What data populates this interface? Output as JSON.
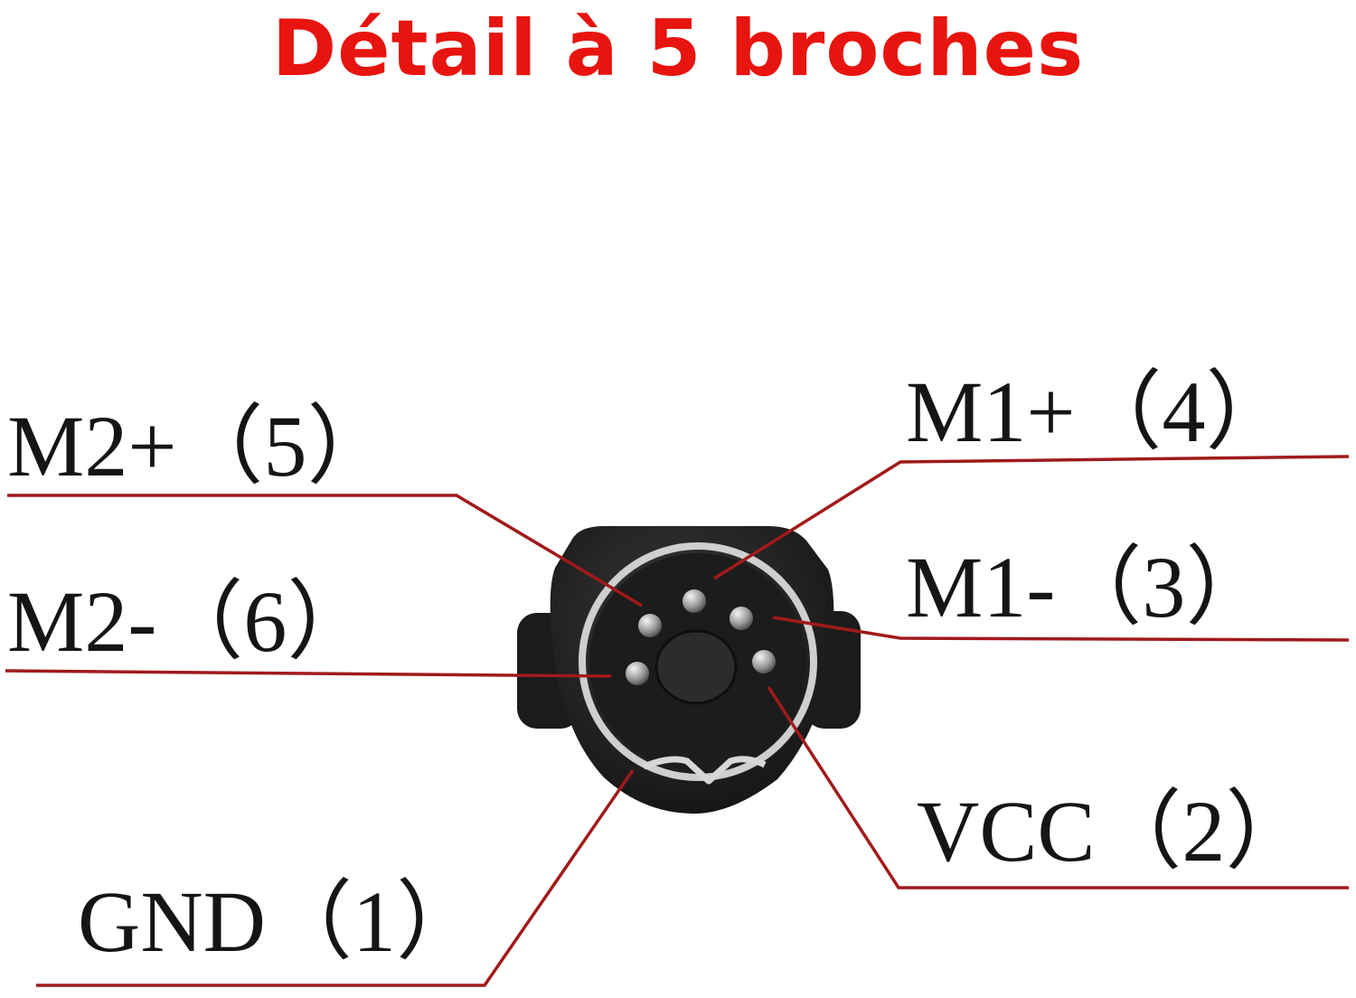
{
  "title": "Détail à 5 broches",
  "title_color": "#e8140f",
  "leader_color": "#a11a1a",
  "labels": {
    "m2_plus": "M2+（5）",
    "m2_minus": "M2-（6）",
    "m1_plus": "M1+（4）",
    "m1_minus": "M1-（3）",
    "vcc": "VCC（2）",
    "gnd": "GND（1）"
  }
}
